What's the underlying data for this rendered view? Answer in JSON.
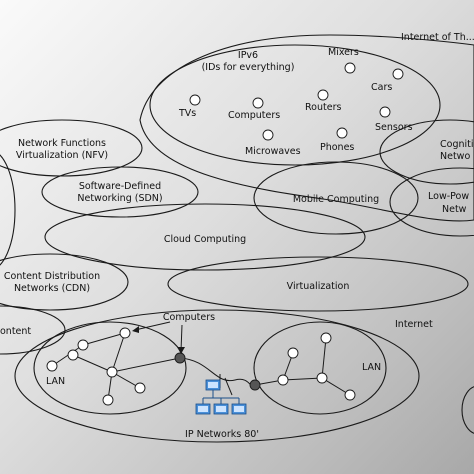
{
  "labels": {
    "internet_of_things": "Internet of Th...",
    "ipv6_line1": "IPv6",
    "ipv6_line2": "(IDs for everything)",
    "mixers": "Mixers",
    "cars": "Cars",
    "tvs": "TVs",
    "computers_top": "Computers",
    "routers": "Routers",
    "sensors": "Sensors",
    "microwaves": "Microwaves",
    "phones": "Phones",
    "nfv_line1": "Network Functions",
    "nfv_line2": "Virtualization (NFV)",
    "sdn_line1": "Software-Defined",
    "sdn_line2": "Networking (SDN)",
    "mobile_computing": "Mobile Computing",
    "cognitive_line1": "Cogniti",
    "cognitive_line2": "Netwo",
    "lowpower_line1": "Low-Pow",
    "lowpower_line2": "Netw",
    "cloud_computing": "Cloud Computing",
    "cdn_line1": "Content Distribution",
    "cdn_line2": "Networks (CDN)",
    "virtualization": "Virtualization",
    "content": "ontent",
    "internet": "Internet",
    "computers_bottom": "Computers",
    "lan_left": "LAN",
    "lan_right": "LAN",
    "ip_networks": "IP Networks 80'"
  },
  "colors": {
    "background_light": "#f4f4f4",
    "background_dark": "#a4a4a4",
    "stroke": "#1a1a1a",
    "server_icon": "#4a90d9"
  }
}
